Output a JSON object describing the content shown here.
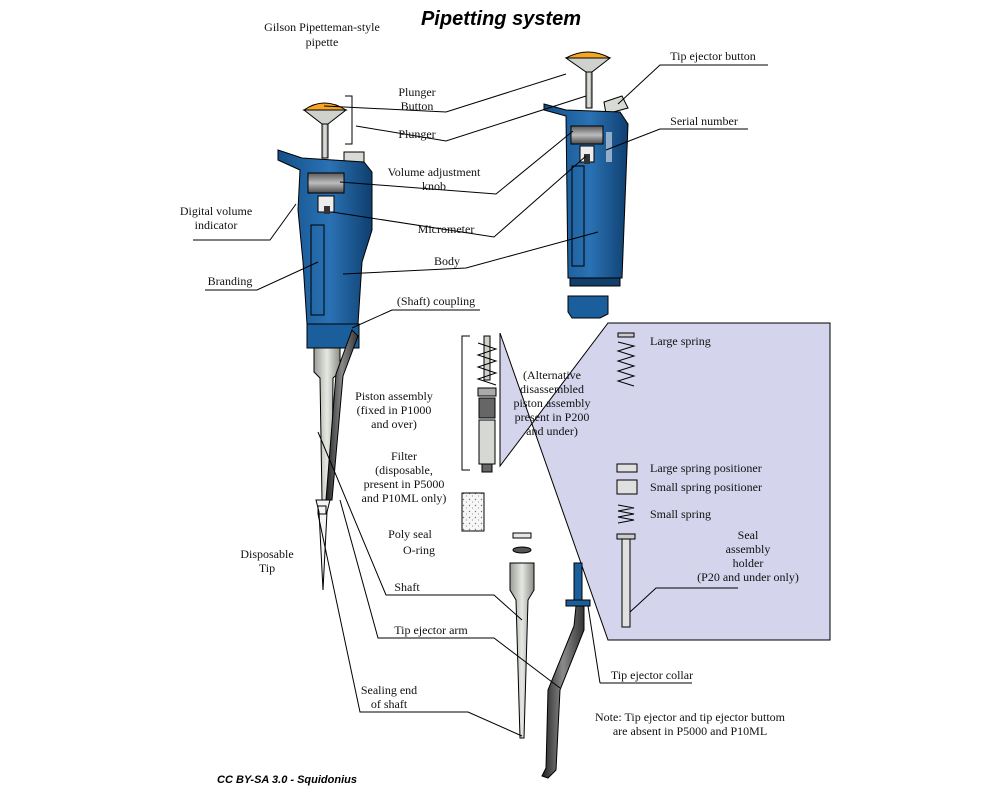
{
  "title": "Pipetting system",
  "credit": "CC BY-SA 3.0 - Squidonius",
  "colors": {
    "body_blue": "#1a5f9c",
    "body_dark": "#123e6a",
    "panel_fill": "#d4d4ec",
    "button_orange": "#f5a623",
    "grey": "#cfd2cc"
  },
  "labels": {
    "pipette_type": [
      "Gilson Pipetteman-style",
      "pipette"
    ],
    "plunger_button": [
      "Plunger",
      "Button"
    ],
    "plunger": "Plunger",
    "volume_knob": [
      "Volume adjustment",
      "knob"
    ],
    "digital_indicator": [
      "Digital volume",
      "indicator"
    ],
    "micrometer": "Micrometer",
    "branding": "Branding",
    "body": "Body",
    "shaft_coupling": "(Shaft) coupling",
    "tip_ejector_button": "Tip ejector button",
    "serial_number": "Serial number",
    "piston_assembly": [
      "Piston assembly",
      "(fixed in P1000",
      "and over)"
    ],
    "alt_piston": [
      "(Alternative",
      "disassembled",
      "piston assembly",
      "present in P200",
      "and under)"
    ],
    "large_spring": "Large spring",
    "large_spring_positioner": "Large spring positioner",
    "small_spring_positioner": "Small spring positioner",
    "small_spring": "Small spring",
    "seal_holder": [
      "Seal",
      "assembly",
      "holder",
      "(P20 and under only)"
    ],
    "filter": [
      "Filter",
      "(disposable,",
      "present in P5000",
      "and P10ML only)"
    ],
    "poly_seal": "Poly seal",
    "o_ring": "O-ring",
    "disposable_tip": [
      "Disposable",
      "Tip"
    ],
    "shaft": "Shaft",
    "tip_ejector_arm": "Tip ejector arm",
    "tip_ejector_collar": "Tip ejector collar",
    "sealing_end": [
      "Sealing end",
      "of shaft"
    ],
    "note": [
      "Note: Tip ejector and tip ejector buttom",
      "are absent in P5000 and P10ML"
    ]
  }
}
